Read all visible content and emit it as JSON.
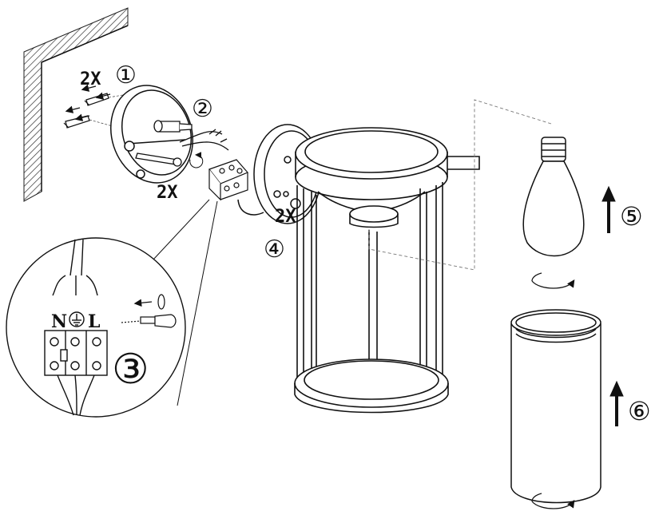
{
  "colors": {
    "line": "#1a1a1a",
    "fill": "#ffffff",
    "dashed": "#555555",
    "hatch": "#333333"
  },
  "labels": {
    "screws_qty_1": "2X",
    "screws_qty_2": "2X",
    "screws_qty_4": "2X",
    "neutral": "N",
    "live": "L"
  },
  "steps": [
    {
      "number": "①",
      "icon": "circled-one-icon"
    },
    {
      "number": "②",
      "icon": "circled-two-icon"
    },
    {
      "number": "③",
      "icon": "circled-three-icon"
    },
    {
      "number": "④",
      "icon": "circled-four-icon"
    },
    {
      "number": "⑤",
      "icon": "circled-five-icon"
    },
    {
      "number": "⑥",
      "icon": "circled-six-icon"
    }
  ],
  "icons": {
    "earth": "earth-ground-icon",
    "screwdriver": "screwdriver-icon",
    "arrow_up": "arrow-up-icon",
    "rotate": "rotate-arrow-icon"
  }
}
